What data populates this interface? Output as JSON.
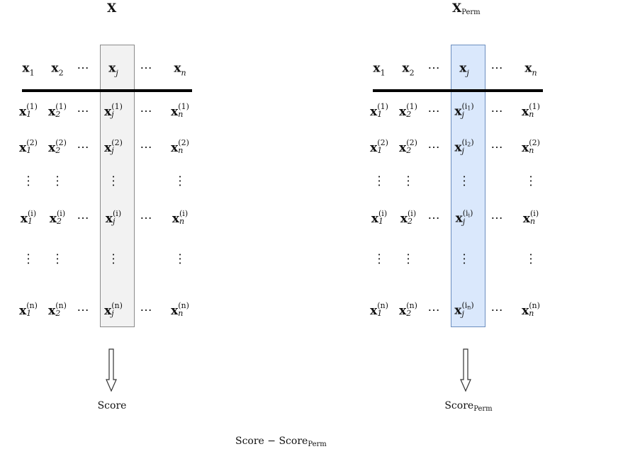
{
  "left": {
    "title": "X",
    "score": "Score"
  },
  "right": {
    "title_main": "X",
    "title_sub": "Perm",
    "score_main": "Score",
    "score_sub": "Perm"
  },
  "header": {
    "x": "x",
    "idx": [
      "1",
      "2",
      "j",
      "n"
    ],
    "dots": "⋯"
  },
  "rows": [
    {
      "sup": "(1)",
      "perm_sup": "(i",
      "perm_sub": "1",
      "perm_close": ")"
    },
    {
      "sup": "(2)",
      "perm_sup": "(i",
      "perm_sub": "2",
      "perm_close": ")"
    },
    {
      "sup": "(i)",
      "perm_sup": "(i",
      "perm_sub": "i",
      "perm_close": ")"
    },
    {
      "sup": "(n)",
      "perm_sup": "(i",
      "perm_sub": "n",
      "perm_close": ")"
    }
  ],
  "bottom": {
    "diff_main": "Score − Score",
    "diff_sub": "Perm"
  },
  "colors": {
    "left_column_fill": "#f2f2f2",
    "right_column_fill": "#dae8fc",
    "right_column_border": "#6c8ebf"
  }
}
